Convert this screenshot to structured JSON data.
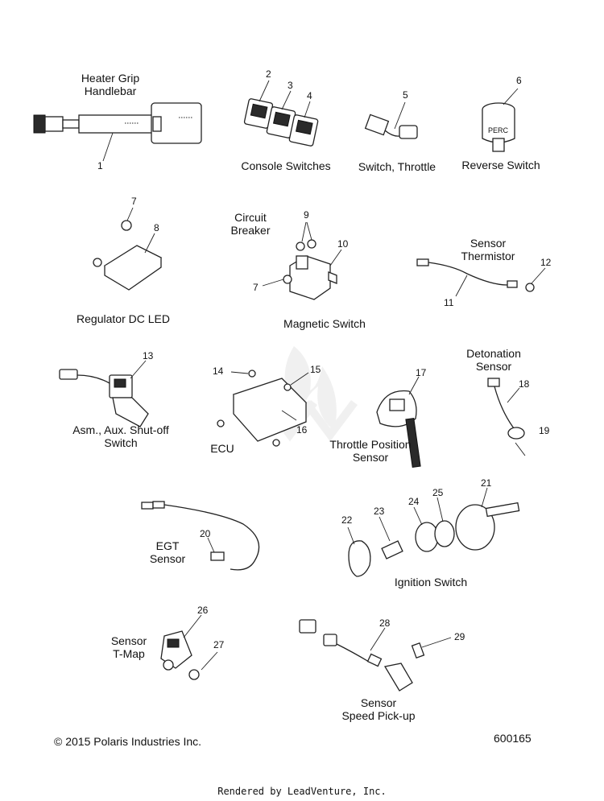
{
  "labels": {
    "heater_grip": [
      "Heater Grip",
      "Handlebar"
    ],
    "console_switches": "Console Switches",
    "switch_throttle": "Switch, Throttle",
    "reverse_switch": "Reverse Switch",
    "circuit_breaker": [
      "Circuit",
      "Breaker"
    ],
    "sensor_thermistor": [
      "Sensor",
      "Thermistor"
    ],
    "regulator_dc_led": "Regulator DC LED",
    "magnetic_switch": "Magnetic Switch",
    "detonation_sensor": [
      "Detonation",
      "Sensor"
    ],
    "aux_shutoff": [
      "Asm., Aux. Shut-off",
      "Switch"
    ],
    "ecu": "ECU",
    "throttle_position": [
      "Throttle Position",
      "Sensor"
    ],
    "egt_sensor": [
      "EGT",
      "Sensor"
    ],
    "ignition_switch": "Ignition Switch",
    "sensor_tmap": [
      "Sensor",
      "T-Map"
    ],
    "speed_pickup": [
      "Sensor",
      "Speed Pick-up"
    ],
    "perc_text": "PERC"
  },
  "callouts": [
    "1",
    "2",
    "3",
    "4",
    "5",
    "6",
    "7",
    "8",
    "7",
    "9",
    "10",
    "11",
    "12",
    "13",
    "14",
    "15",
    "16",
    "17",
    "18",
    "19",
    "20",
    "21",
    "22",
    "23",
    "24",
    "25",
    "26",
    "27",
    "28",
    "29"
  ],
  "footer": {
    "copyright": "© 2015 Polaris Industries Inc.",
    "diagram_number": "600165",
    "rendered_by": "Rendered by LeadVenture, Inc."
  }
}
